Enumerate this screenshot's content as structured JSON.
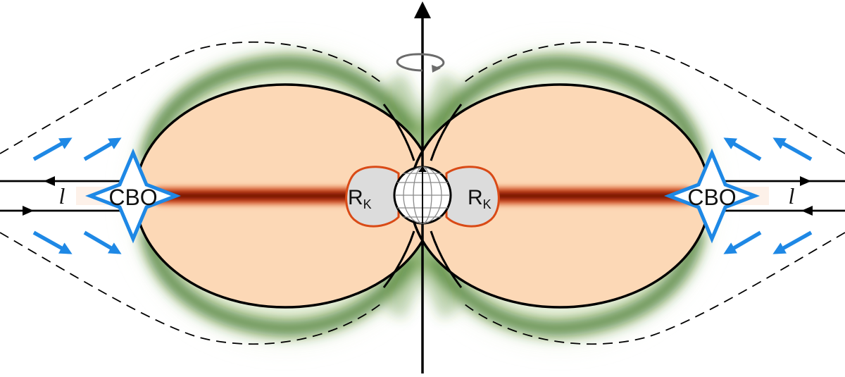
{
  "labels": {
    "cbo_left": "CBO",
    "cbo_right": "CBO",
    "rk_main_left": "R",
    "rk_sub_left": "K",
    "rk_main_right": "R",
    "rk_sub_right": "K",
    "l_left": "l",
    "l_right": "l"
  },
  "colors": {
    "lobe_fill": "#fcd8b6",
    "disk_core": "#6e0a00",
    "disk_edge": "#d9481a",
    "green_shell": "#2e6a0e",
    "green_haze": "#e9f2dc",
    "cbo_stroke": "#1e88e5",
    "flow_arrows": "#1e88e5",
    "rk_stroke": "#d94a16",
    "rk_fill": "#dcdcdc",
    "axis": "#000000"
  },
  "icons": {
    "rotation": "rotation-arrow-icon",
    "star": "star-icon",
    "globe": "globe-icon"
  }
}
